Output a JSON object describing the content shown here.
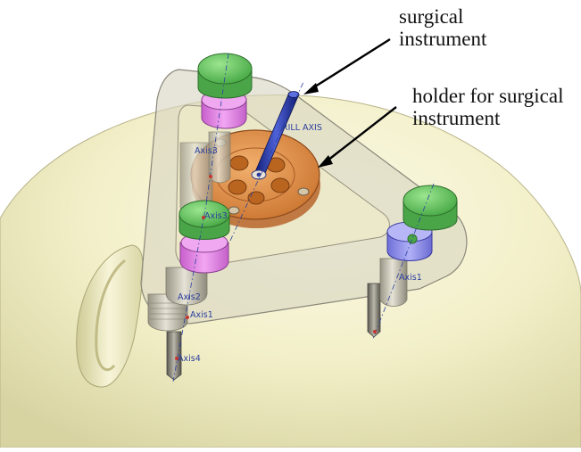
{
  "annotations": {
    "surgical_instrument": [
      "surgical",
      "instrument"
    ],
    "holder": [
      "holder for surgical",
      "instrument"
    ]
  },
  "cad_labels": {
    "drill_axis": "RILL AXIS",
    "axis3_front": "Axis3",
    "axis3_back": "Axis3",
    "axis2_front": "Axis2",
    "axis1_front": "Axis1",
    "axis4": "Axis4",
    "axis1_right": "Axis1"
  },
  "colors": {
    "head": "#f2efc8",
    "frame": "#d9d6c4",
    "holder_disc": "#e8944a",
    "green_cap": "#6fcf6a",
    "magenta_ring": "#e483e6",
    "blue_ring": "#8f8fee",
    "instrument": "#1f2f9a",
    "annotation_arrow": "#000000"
  },
  "icons": [
    "drill-axis-marker",
    "screw-axis-marker"
  ]
}
